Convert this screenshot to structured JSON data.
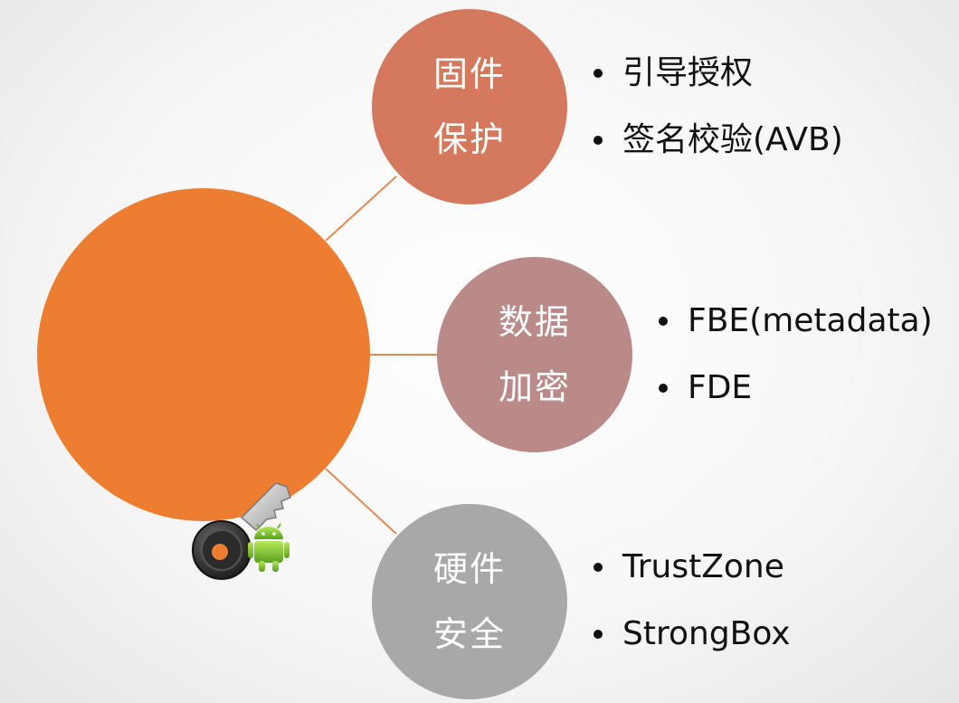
{
  "center": {
    "icon": "android-key-icon",
    "color": "#ed7d31"
  },
  "topics": {
    "firmware": {
      "label": "固件保护",
      "color": "#d4795d",
      "items": [
        "引导授权",
        "签名校验(AVB)"
      ]
    },
    "data": {
      "label": "数据加密",
      "color": "#b98a88",
      "items": [
        "FBE(metadata)",
        "FDE"
      ]
    },
    "hardware": {
      "label": "硬件安全",
      "color": "#a8a8a8",
      "items": [
        "TrustZone",
        "StrongBox"
      ]
    }
  },
  "connector_color": "#ed7d31"
}
